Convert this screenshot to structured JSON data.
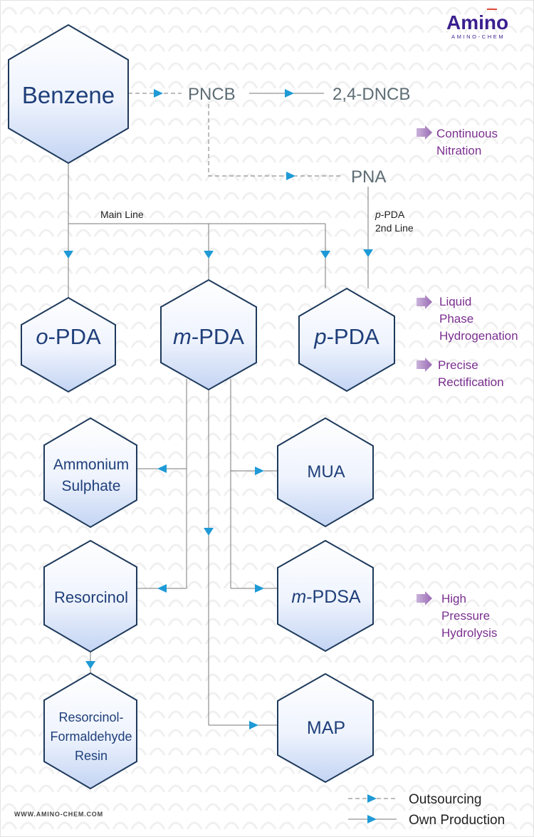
{
  "brand": {
    "logo_main": "Amino",
    "logo_sub": "AMINO-CHEM",
    "website": "WWW.AMINO-CHEM.COM"
  },
  "colors": {
    "node_border": "#1e3a5c",
    "node_fill_top": "#ffffff",
    "node_fill_bottom": "#c8d8f5",
    "node_text": "#1f3f7a",
    "intermediate_text": "#5c6c73",
    "process_text": "#7a2f8f",
    "process_arrow": "#9b6bb5",
    "arrow_head": "#1e9ad6",
    "line": "#7a7a7a"
  },
  "nodes": {
    "benzene": "Benzene",
    "opda_prefix": "o",
    "opda_suffix": "-PDA",
    "mpda_prefix": "m",
    "mpda_suffix": "-PDA",
    "ppda_prefix": "p",
    "ppda_suffix": "-PDA",
    "ammonium_line1": "Ammonium",
    "ammonium_line2": "Sulphate",
    "mua": "MUA",
    "resorcinol": "Resorcinol",
    "mpdsa_prefix": "m",
    "mpdsa_suffix": "-PDSA",
    "resin_line1": "Resorcinol-",
    "resin_line2": "Formaldehyde",
    "resin_line3": "Resin",
    "map": "MAP"
  },
  "intermediates": {
    "pncb": "PNCB",
    "dncb": "2,4-DNCB",
    "pna": "PNA"
  },
  "labels": {
    "main_line": "Main Line",
    "ppda_line_prefix": "p",
    "ppda_line_suffix": "-PDA",
    "second_line": "2nd Line"
  },
  "processes": {
    "continuous_nitration": [
      "Continuous",
      "Nitration"
    ],
    "liquid_phase_hydrogenation": [
      "Liquid",
      "Phase",
      "Hydrogenation"
    ],
    "precise_rectification": [
      "Precise",
      "Rectification"
    ],
    "high_pressure_hydrolysis": [
      "High",
      "Pressure",
      "Hydrolysis"
    ]
  },
  "legend": {
    "outsourcing": "Outsourcing",
    "own_production": "Own Production"
  }
}
